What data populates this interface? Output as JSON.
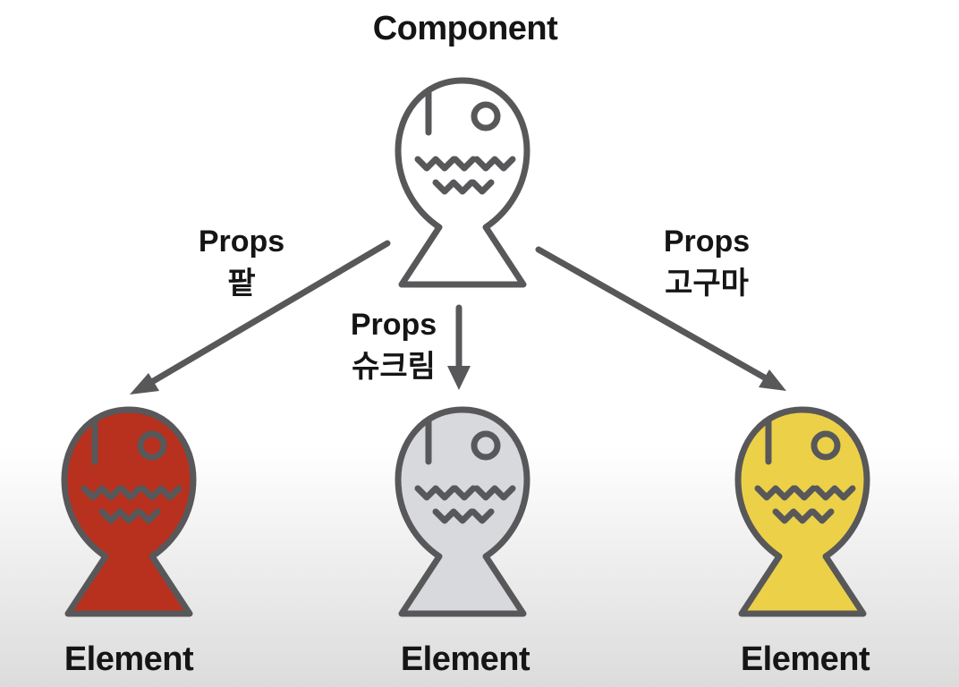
{
  "parent": {
    "label": "Component",
    "fill": "#ffffff"
  },
  "edges": [
    {
      "word": "Props",
      "value": "팥"
    },
    {
      "word": "Props",
      "value": "슈크림"
    },
    {
      "word": "Props",
      "value": "고구마"
    }
  ],
  "children": [
    {
      "label": "Element",
      "fill": "#b8301e"
    },
    {
      "label": "Element",
      "fill": "#d8d9dc"
    },
    {
      "label": "Element",
      "fill": "#ecd148"
    }
  ],
  "stroke_color": "#58585a"
}
